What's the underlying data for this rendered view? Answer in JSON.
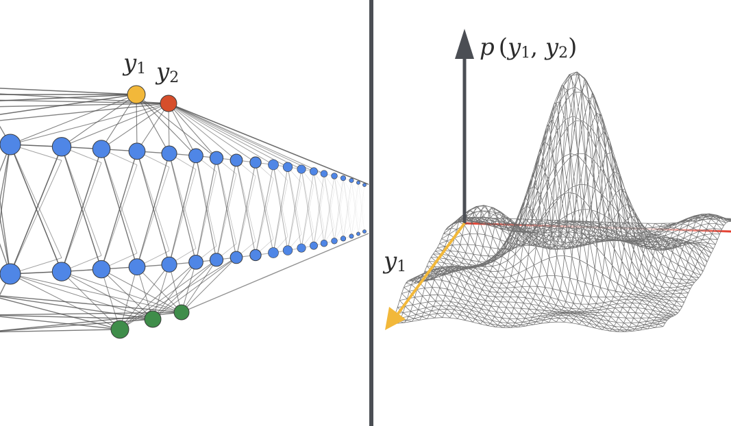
{
  "left_panel": {
    "output_labels": {
      "y1": {
        "base": "y",
        "sub": "1"
      },
      "y2": {
        "base": "y",
        "sub": "2"
      }
    },
    "output_node_colors": [
      "#f2b83a",
      "#d64e2b"
    ],
    "hidden_node_color": "#4f86e6",
    "input_node_color": "#3f8d4a",
    "edge_color": "#4a4a4a"
  },
  "divider_color": "#4b4e54",
  "right_panel": {
    "density_axis_label": {
      "fn": "p",
      "open": "(",
      "a": "y",
      "a_sub": "1",
      "sep": ", ",
      "b": "y",
      "b_sub": "2",
      "close": ")"
    },
    "y1_axis_label": {
      "base": "y",
      "sub": "1"
    },
    "axis_colors": {
      "vertical": "#4b4e54",
      "y1": "#f2b83a",
      "y2": "#e33a2a"
    },
    "mesh_color": "#5a5a5a"
  }
}
